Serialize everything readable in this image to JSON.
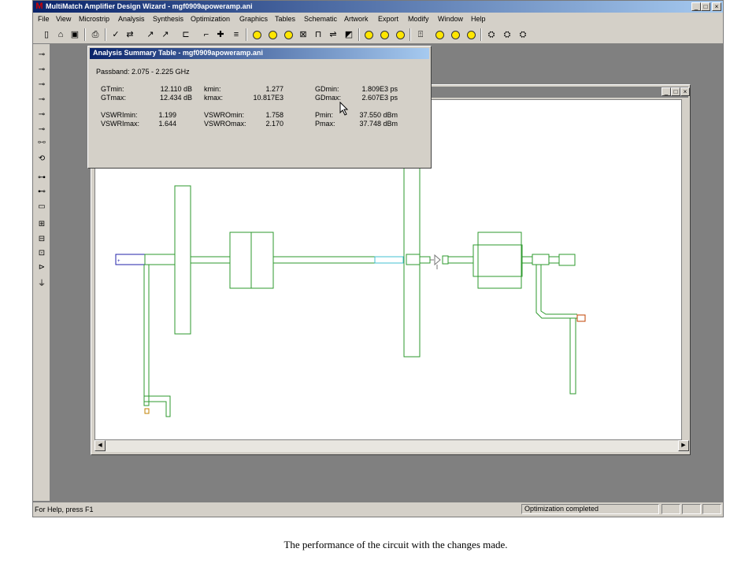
{
  "window": {
    "title": "MultiMatch Amplifier Design Wizard - mgf0909apoweramp.ani",
    "logo": "M",
    "buttons": [
      "_",
      "□",
      "×"
    ]
  },
  "menu": [
    "File",
    "View",
    "Microstrip",
    "Analysis",
    "Synthesis",
    "Optimization",
    "Graphics",
    "Tables",
    "Schematic",
    "Artwork",
    "Export",
    "Modify",
    "Window",
    "Help"
  ],
  "toolbar_icons": [
    "new-icon",
    "open-icon",
    "save-icon",
    "print-icon",
    "check-icon",
    "tune-icon",
    "optimize-icon",
    "optimize2-icon",
    "dc-icon",
    "line-icon",
    "cross-icon",
    "text-icon",
    "circle-icon",
    "smith-icon",
    "stability-icon",
    "grid-icon",
    "component-icon",
    "swap-icon",
    "yellow-chart-icon",
    "y-icon",
    "g-icon",
    "b-icon",
    "a-icon",
    "noise-icon",
    "gain-icon",
    "minus-icon",
    "layout1-icon",
    "layout2-icon",
    "layout3-icon"
  ],
  "summary": {
    "title": "Analysis Summary Table - mgf0909apoweramp.ani",
    "passband": "Passband: 2.075 - 2.225 GHz",
    "rows": [
      {
        "l1": "GTmin:",
        "v1": "12.110 dB",
        "l2": "kmin:",
        "v2": "1.277",
        "l3": "GDmin:",
        "v3": "1.809E3 ps"
      },
      {
        "l1": "GTmax:",
        "v1": "12.434 dB",
        "l2": "kmax:",
        "v2": "10.817E3",
        "l3": "GDmax:",
        "v3": "2.607E3 ps"
      },
      {
        "l1": "VSWRImin:",
        "v1": "1.199",
        "l2": "VSWROmin:",
        "v2": "1.758",
        "l3": "Pmin:",
        "v3": "37.550 dBm"
      },
      {
        "l1": "VSWRImax:",
        "v1": "1.644",
        "l2": "VSWROmax:",
        "v2": "2.170",
        "l3": "Pmax:",
        "v3": "37.748 dBm"
      }
    ]
  },
  "status": {
    "help": "For Help, press F1",
    "message": "Optimization completed"
  },
  "caption": "The performance of the circuit with the changes made.",
  "colors": {
    "circuit": "#2e9a2e",
    "port": "#2222aa",
    "highlight": "#40c0d0",
    "titlebar": "#0a246a"
  }
}
